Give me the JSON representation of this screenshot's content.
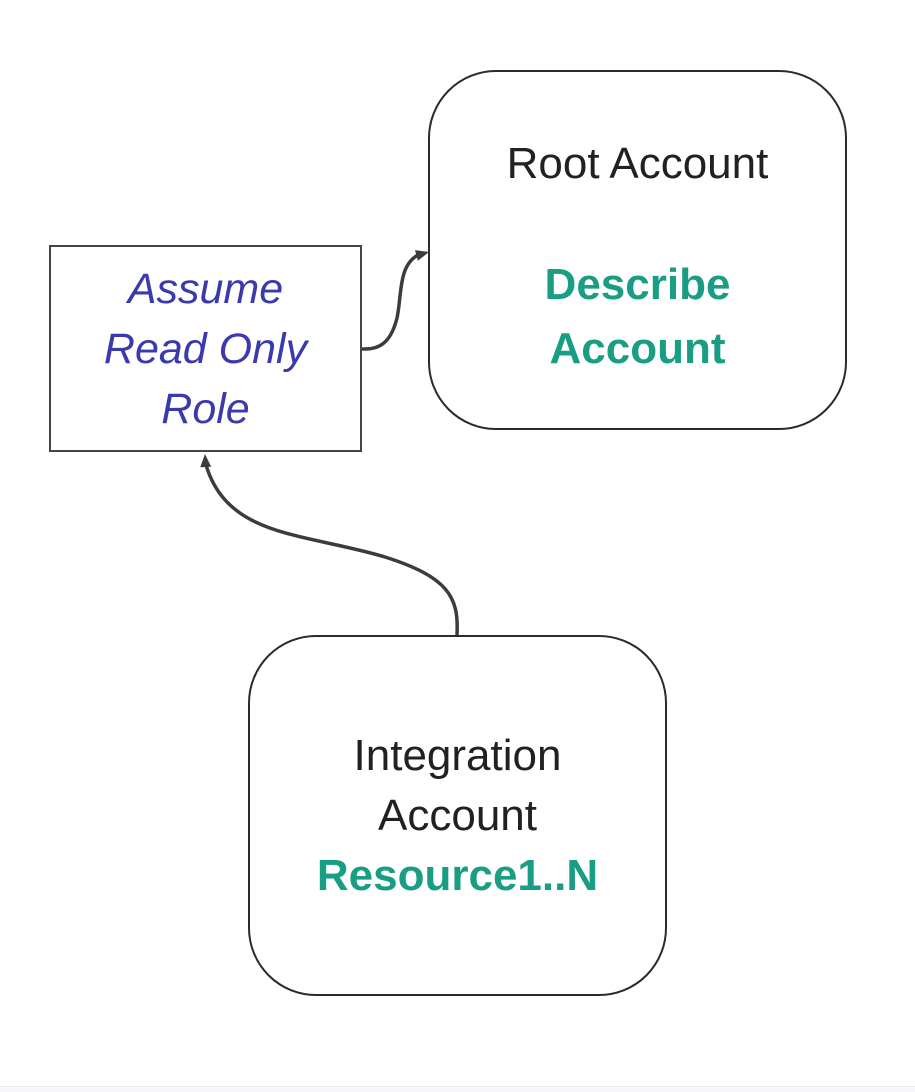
{
  "colors": {
    "teal": "#1a9e83",
    "blue": "#3a3aad",
    "ink": "#212121",
    "edge": "#3c3c3c"
  },
  "nodes": {
    "root_account": {
      "title": "Root Account",
      "action_lines": [
        "Describe",
        "Account"
      ]
    },
    "assume_role": {
      "lines": [
        "Assume",
        "Read Only",
        "Role"
      ]
    },
    "integration_account": {
      "title_lines": [
        "Integration",
        "Account"
      ],
      "resource_label": "Resource1..N"
    }
  },
  "edges": [
    {
      "from": "assume_role",
      "to": "root_account"
    },
    {
      "from": "integration_account",
      "to": "assume_role"
    }
  ]
}
